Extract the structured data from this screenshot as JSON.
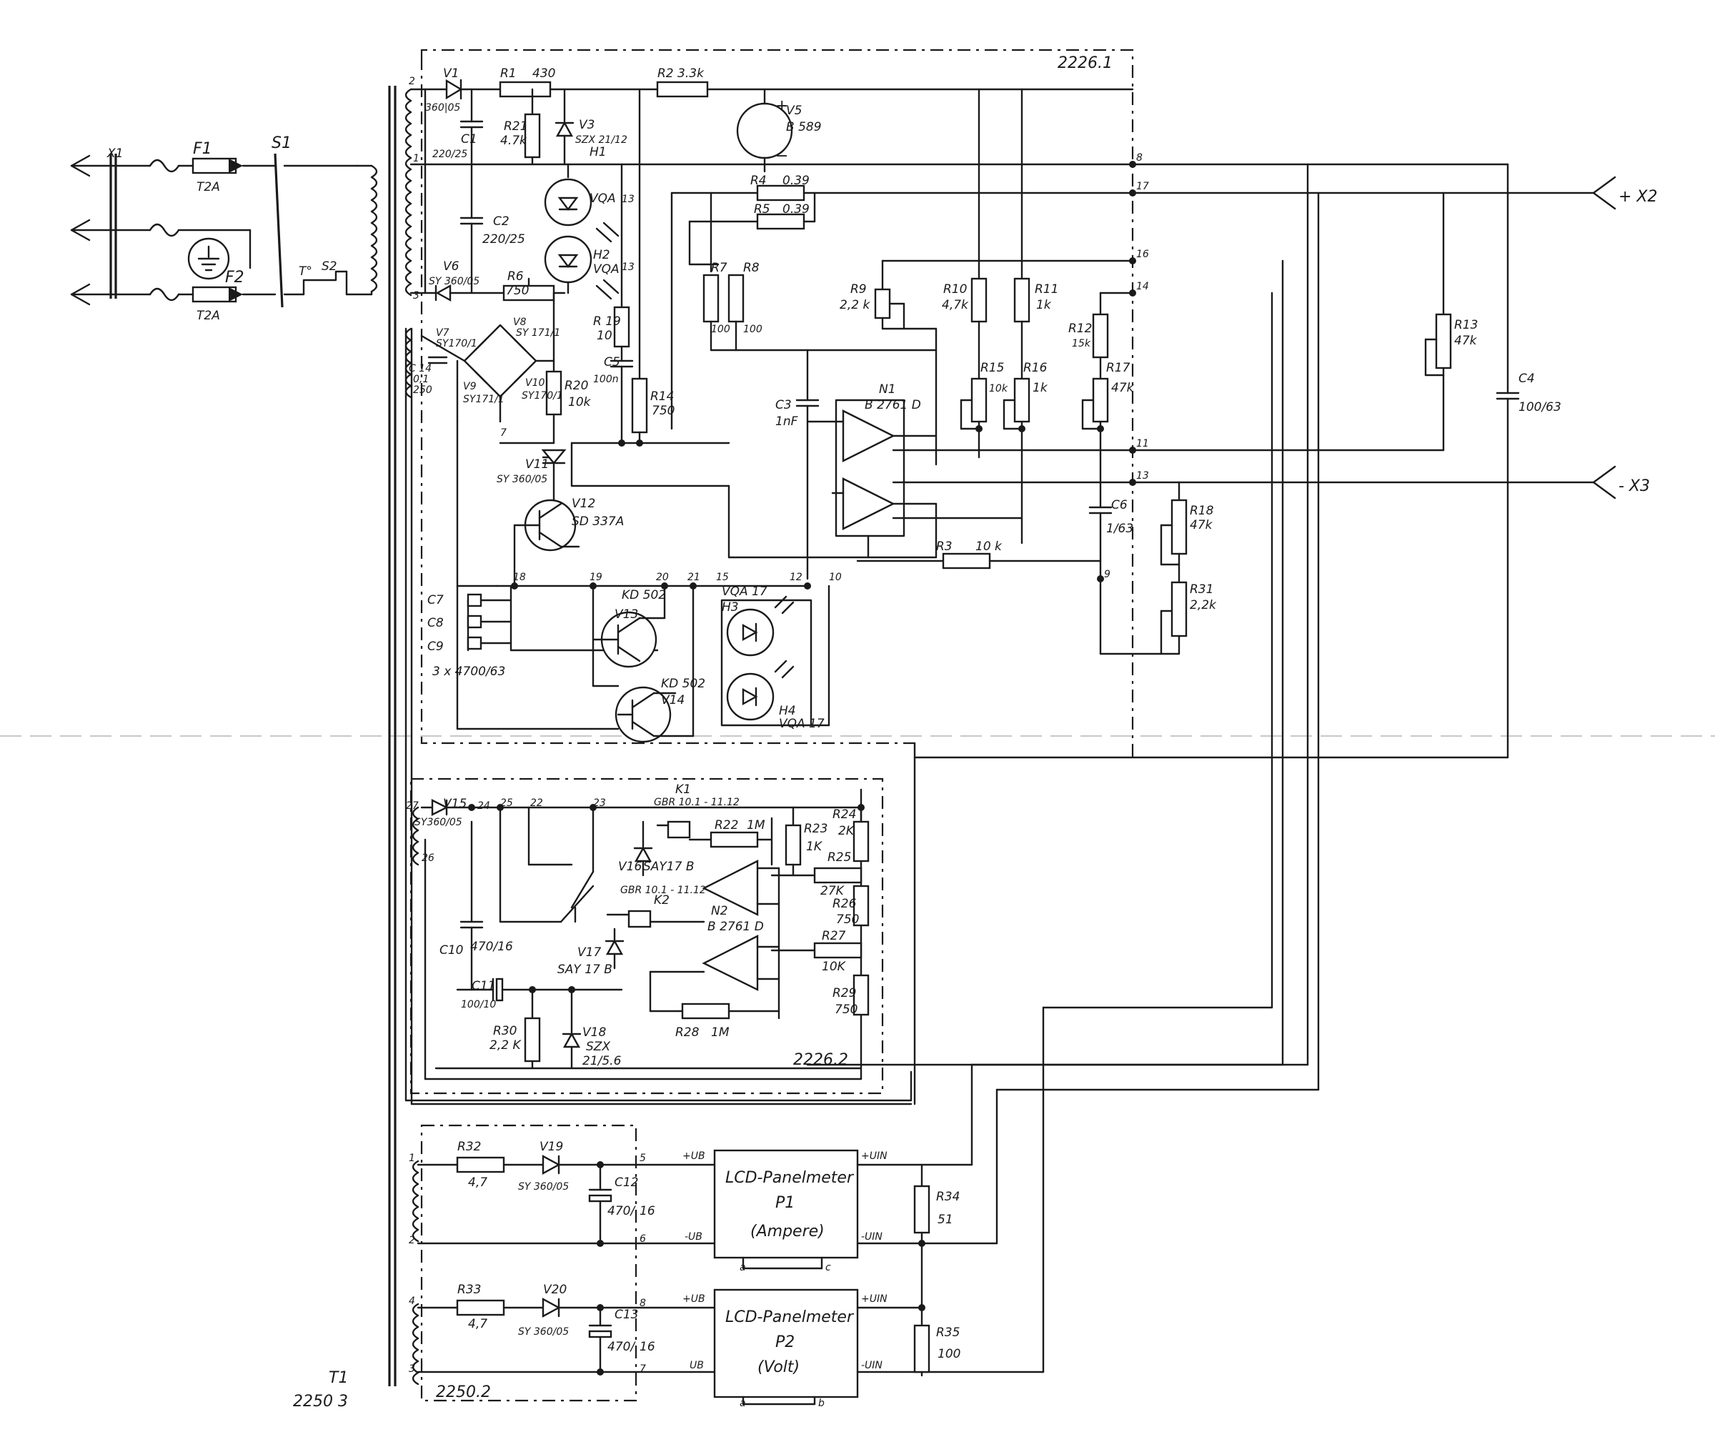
{
  "boards": {
    "main": "2226.1",
    "regulator": "2226.2",
    "supply": "2250.2"
  },
  "terminals": {
    "x1": "X1",
    "x2": "+ X2",
    "x3": "- X3"
  },
  "transformer": {
    "ref": "T1",
    "part": "2250 3"
  },
  "components": {
    "f1": "F1",
    "f1v": "T2A",
    "f2": "F2",
    "f2v": "T2A",
    "s1": "S1",
    "s2": "S2",
    "t": "T°",
    "v1": "V1",
    "v1v": "360|05",
    "r1": "R1",
    "r1v": "430",
    "r2": "R2 3.3k",
    "v5": "V5",
    "v5v": "B 589",
    "r21": "R21",
    "r21v": "4.7k",
    "v3": "V3",
    "v3v": "SZX 21/12",
    "c1": "C1",
    "c1v": "220/25",
    "c2": "C2",
    "c2v": "220/25",
    "h1": "H1",
    "h1v": "VQA",
    "h2": "H2",
    "h2v": "VQA",
    "r4": "R4",
    "r4v": "0.39",
    "r5": "R5",
    "r5v": "0.39",
    "v6": "V6",
    "v6v": "SY 360/05",
    "r6": "R6",
    "r6v": "750",
    "r7": "R7",
    "r7v": "100",
    "r8": "R8",
    "r8v": "100",
    "r9": "R9",
    "r9v": "2,2 k",
    "r10": "R10",
    "r10v": "4,7k",
    "r11": "R11",
    "r11v": "1k",
    "r12": "R12",
    "r12v": "15k",
    "r13": "R13",
    "r13v": "47k",
    "c4": "C4",
    "c4v": "100/63",
    "v7": "V7",
    "v7v": "SY170/1",
    "v8": "V8",
    "v8v": "SY 171/1",
    "v9": "V9",
    "v9v": "SY171/1",
    "v10": "V10",
    "v10v": "SY170/1",
    "c14": "C 14",
    "c14v": "0,1",
    "c14v2": "250",
    "r19": "R 19",
    "r19v": "10",
    "c5": "C5",
    "c5v": "100n",
    "r20": "R20",
    "r20v": "10k",
    "r14": "R14",
    "r14v": "750",
    "c3": "C3",
    "c3v": "1nF",
    "n1": "N1",
    "n1v": "B 2761 D",
    "r15": "R15",
    "r15v": "10k",
    "r16": "R16",
    "r16v": "1k",
    "r17": "R17",
    "r17v": "47k",
    "v11": "V11",
    "v11v": "SY 360/05",
    "v12": "V12",
    "v12v": "SD 337A",
    "c6": "C6",
    "c6v": "1/63",
    "r18": "R18",
    "r18v": "47k",
    "r3": "R3",
    "r3v": "10 k",
    "r31": "R31",
    "r31v": "2,2k",
    "v13": "V13",
    "v13v": "KD 502",
    "v14": "V14",
    "v14v": "KD 502",
    "h3": "H3",
    "h3v": "VQA 17",
    "h4": "H4",
    "h4v": "VQA 17",
    "c7": "C7",
    "c8": "C8",
    "c9": "C9",
    "c789v": "3 x 4700/63",
    "k1": "K1",
    "k1v": "GBR 10.1 - 11.12",
    "k2": "K2",
    "k2v": "GBR 10.1 - 11.12",
    "v15": "V15",
    "v15v": "SY360/05",
    "r22": "R22",
    "r22v": "1M",
    "r23": "R23",
    "r23v": "1K",
    "r24": "R24",
    "r24v": "2K",
    "r25": "R25",
    "r25v": "27K",
    "r26": "R26",
    "r26v": "750",
    "r27": "R27",
    "r27v": "10K",
    "r29": "R29",
    "r29v": "750",
    "v16": "V16",
    "v16v": "SAY17 B",
    "v17": "V17",
    "v17v": "SAY 17 B",
    "n2": "N2",
    "n2v": "B 2761 D",
    "c10": "C10",
    "c10v": "470/16",
    "c11": "C11",
    "c11v": "100/10",
    "r28": "R28",
    "r28v": "1M",
    "r30": "R30",
    "r30v": "2,2 K",
    "v18": "V18",
    "v18v": "SZX",
    "v18v2": "21/5.6",
    "r32": "R32",
    "r32v": "4,7",
    "v19": "V19",
    "v19v": "SY 360/05",
    "c12": "C12",
    "c12v": "470/",
    "c12v2": "16",
    "r33": "R33",
    "r33v": "4,7",
    "v20": "V20",
    "v20v": "SY 360/05",
    "c13": "C13",
    "c13v": "470/",
    "c13v2": "16",
    "r34": "R34",
    "r34v": "51",
    "r35": "R35",
    "r35v": "100"
  },
  "meters": {
    "p1": {
      "title": "LCD-Panelmeter",
      "ref": "P1",
      "unit": "(Ampere)",
      "a": "a",
      "c": "c",
      "ub_pos": "+UB",
      "ub_neg": "-UB",
      "uin_pos": "+UIN",
      "uin_neg": "-UIN"
    },
    "p2": {
      "title": "LCD-Panelmeter",
      "ref": "P2",
      "unit": "(Volt)",
      "a": "a",
      "b": "b",
      "ub_pos": "+UB",
      "ub_neg": "UB",
      "uin_pos": "+UIN",
      "uin_neg": "-UIN"
    }
  },
  "pins": {
    "p2": "2",
    "p1": "1",
    "p3": "3",
    "p7": "7",
    "p8": "8",
    "p17": "17",
    "p16": "16",
    "p14": "14",
    "p11": "11",
    "p13": "13",
    "p9": "9",
    "p18": "18",
    "p19": "19",
    "p20": "20",
    "p21": "21",
    "p15": "15",
    "p12": "12",
    "p10": "10",
    "p27": "27",
    "p24": "24",
    "p25": "25",
    "p22": "22",
    "p23": "23",
    "p26": "26",
    "s1": "1",
    "s2": "2",
    "s4": "4",
    "s3": "3",
    "s5": "5",
    "s6": "6",
    "s8": "8",
    "s7": "7",
    "h13a": "13",
    "h13b": "13"
  }
}
